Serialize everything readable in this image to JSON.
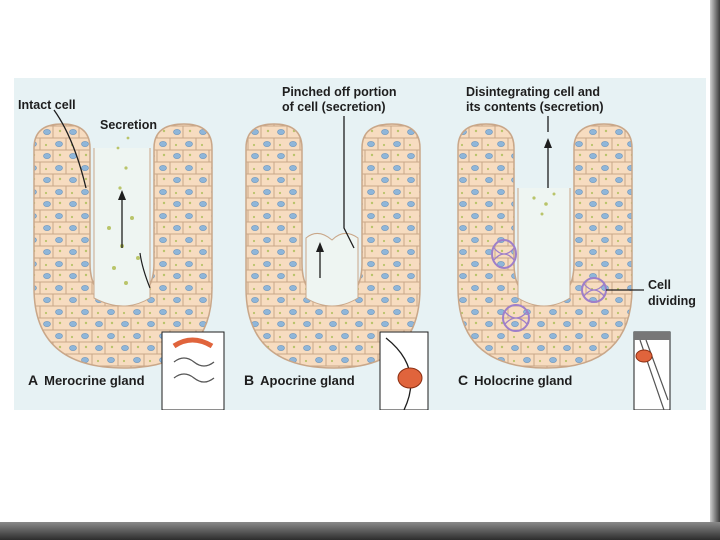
{
  "labels": {
    "intact_cell": "Intact cell",
    "secretion": "Secretion",
    "pinched_off_1": "Pinched off portion",
    "pinched_off_2": "of cell (secretion)",
    "disintegrating_1": "Disintegrating cell and",
    "disintegrating_2": "its contents (secretion)",
    "cell_dividing_1": "Cell",
    "cell_dividing_2": "dividing"
  },
  "panels": [
    {
      "letter": "A",
      "caption": "Merocrine gland"
    },
    {
      "letter": "B",
      "caption": "Apocrine gland"
    },
    {
      "letter": "C",
      "caption": "Holocrine gland"
    }
  ],
  "colors": {
    "figure_bg": "#e7f2f4",
    "cell_fill": "#f7dcc0",
    "cell_outline": "#c9a789",
    "nucleus": "#8fb6d9",
    "granule": "#b9c46a",
    "dividing": "#9e7fc9",
    "organ": "#e0643c"
  }
}
